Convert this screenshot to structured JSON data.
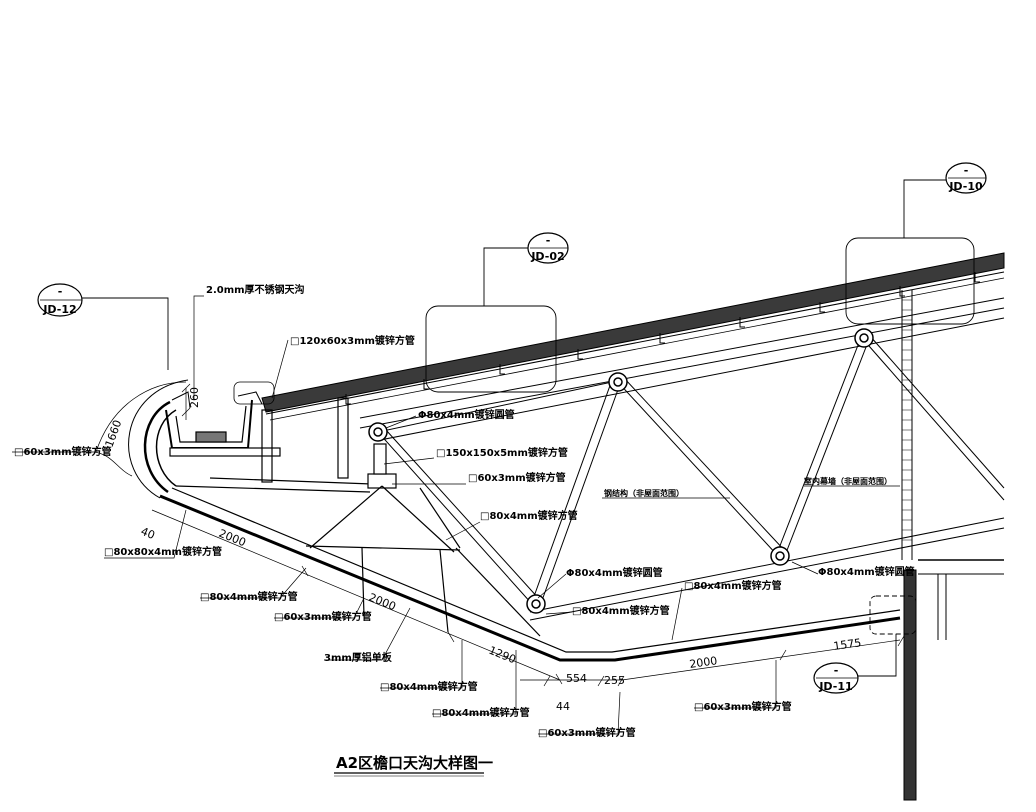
{
  "drawing": {
    "title": "A2区檐口天沟大样图一",
    "details": [
      {
        "id": "jd12",
        "mark": "JD-12",
        "top": "-"
      },
      {
        "id": "jd02",
        "mark": "JD-02",
        "top": "-"
      },
      {
        "id": "jd10",
        "mark": "JD-10",
        "top": "-"
      },
      {
        "id": "jd11",
        "mark": "JD-11",
        "top": "-"
      }
    ],
    "labels": {
      "gutter": "2.0mm厚不锈钢天沟",
      "tube_120": "□120x60x3mm镀锌方管",
      "pipe_80_a": "Φ80x4mm镀锌圆管",
      "tube_150": "□150x150x5mm镀锌方管",
      "tube_60_a": "□60x3mm镀锌方管",
      "tube_80_a": "□80x4mm镀锌方管",
      "tube_60_left": "□60x3mm镀锌方管",
      "tube_80x80": "□80x80x4mm镀锌方管",
      "tube_80_b": "□80x4mm镀锌方管",
      "tube_60_b": "□60x3mm镀锌方管",
      "panel": "3mm厚铝单板",
      "tube_80_c": "□80x4mm镀锌方管",
      "tube_80_d": "□80x4mm镀锌方管",
      "tube_60_c": "□60x3mm镀锌方管",
      "pipe_80_b": "Φ80x4mm镀锌圆管",
      "tube_80_e": "□80x4mm镀锌方管",
      "tube_80_f": "□80x4mm镀锌方管",
      "pipe_80_c": "Φ80x4mm镀锌圆管",
      "tube_60_d": "□60x3mm镀锌方管",
      "steel_structure": "钢结构（非屋面范围）",
      "curtain_wall": "室内幕墙（非屋面范围）"
    },
    "dimensions": {
      "d260": "260",
      "d1660": "1660",
      "d40": "40",
      "d2000_a": "2000",
      "d2000_b": "2000",
      "d1290": "1290",
      "d44": "44",
      "d554": "554",
      "d255": "255",
      "d2000_c": "2000",
      "d1575": "1575"
    }
  }
}
